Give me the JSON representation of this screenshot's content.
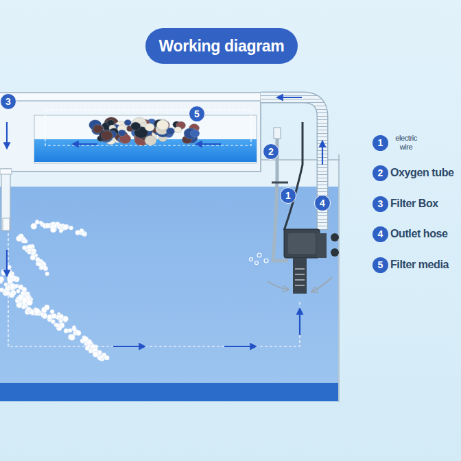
{
  "diagram": {
    "title": "Working diagram",
    "nodes": [
      {
        "text": [
          "3"
        ]
      },
      {
        "text": [
          "5"
        ]
      },
      {
        "text": [
          "2"
        ]
      },
      {
        "text": [
          "1"
        ]
      },
      {
        "text": [
          "4"
        ]
      },
      {
        "text": [
          "1",
          "electric wire"
        ]
      },
      {
        "text": [
          "2",
          "Oxygen tube"
        ]
      },
      {
        "text": [
          "3",
          "Filter Box"
        ]
      },
      {
        "text": [
          "4",
          "Outlet hose"
        ]
      },
      {
        "text": [
          "5",
          "Filter media"
        ]
      }
    ]
  }
}
